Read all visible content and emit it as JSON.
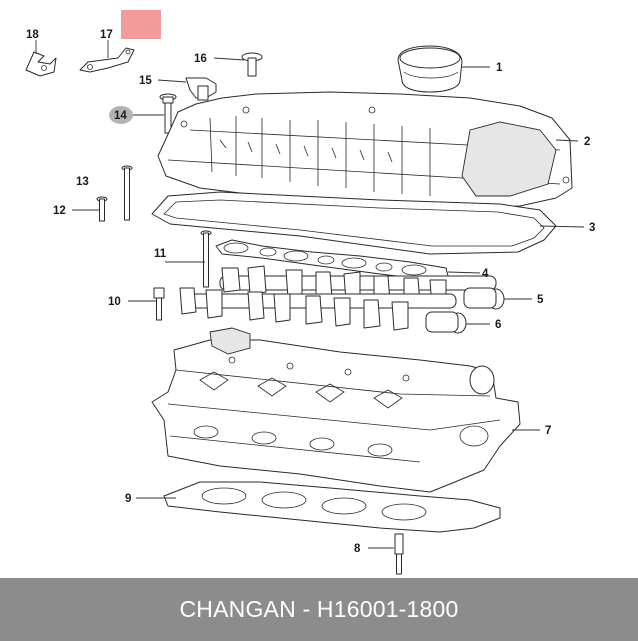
{
  "callouts": [
    {
      "id": "1",
      "label": "1"
    },
    {
      "id": "2",
      "label": "2"
    },
    {
      "id": "3",
      "label": "3"
    },
    {
      "id": "4",
      "label": "4"
    },
    {
      "id": "5",
      "label": "5"
    },
    {
      "id": "6",
      "label": "6"
    },
    {
      "id": "7",
      "label": "7"
    },
    {
      "id": "8",
      "label": "8"
    },
    {
      "id": "9",
      "label": "9"
    },
    {
      "id": "10",
      "label": "10"
    },
    {
      "id": "11",
      "label": "11"
    },
    {
      "id": "12",
      "label": "12"
    },
    {
      "id": "13",
      "label": "13"
    },
    {
      "id": "14",
      "label": "14"
    },
    {
      "id": "15",
      "label": "15"
    },
    {
      "id": "16",
      "label": "16"
    },
    {
      "id": "17",
      "label": "17"
    },
    {
      "id": "18",
      "label": "18"
    }
  ],
  "highlighted_callout": "14",
  "highlight_color": "#b3b3b3",
  "marker_color": "#f39a9a",
  "footer": {
    "text": "CHANGAN - H16001-1800",
    "background": "#8c8c8c",
    "text_color": "#ffffff"
  }
}
